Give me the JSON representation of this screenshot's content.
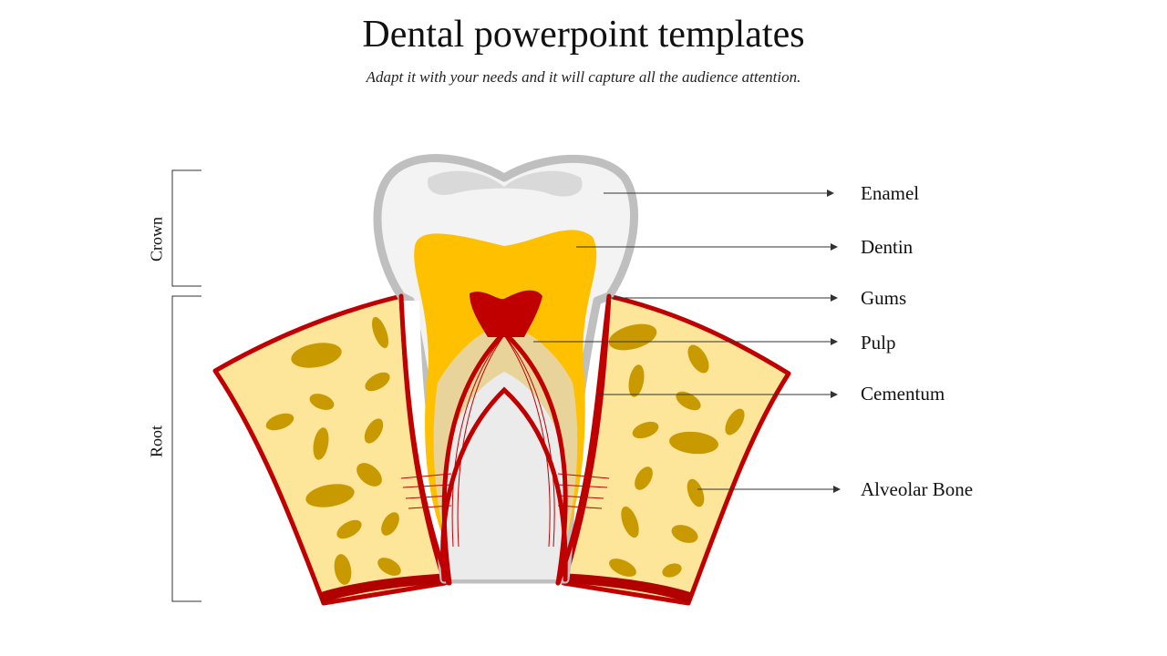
{
  "title": "Dental powerpoint templates",
  "subtitle": "Adapt it with your needs and it will capture all the audience attention.",
  "regions": {
    "crown": "Crown",
    "root": "Root"
  },
  "labels": {
    "enamel": "Enamel",
    "dentin": "Dentin",
    "gums": "Gums",
    "pulp": "Pulp",
    "cementum": "Cementum",
    "alveolar_bone": "Alveolar Bone"
  },
  "colors": {
    "bone_fill": "#fde59a",
    "bone_spot": "#c99a00",
    "gum_red": "#c00000",
    "dentin": "#ffc000",
    "pulp": "#c00000",
    "enamel_outline": "#bfbfbf",
    "cementum": "#e8d49a"
  }
}
